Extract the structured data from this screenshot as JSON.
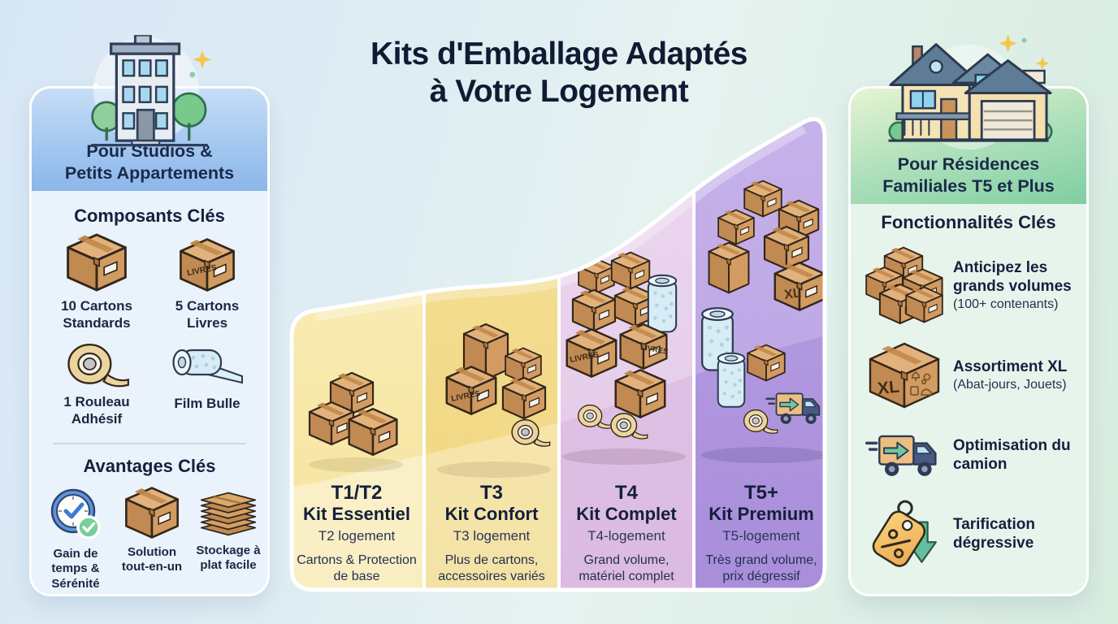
{
  "title": {
    "line1": "Kits d'Emballage Adaptés",
    "line2": "à Votre Logement"
  },
  "left_panel": {
    "header": {
      "line1": "Pour Studios &",
      "line2": "Petits Appartements"
    },
    "components": {
      "heading": "Composants Clés",
      "items": [
        {
          "label": "10 Cartons Standards",
          "icon": "cardboard-box"
        },
        {
          "label": "5 Cartons Livres",
          "icon": "books-box"
        },
        {
          "label": "1 Rouleau Adhésif",
          "icon": "tape-roll"
        },
        {
          "label": "Film Bulle",
          "icon": "bubble-wrap-roll"
        }
      ]
    },
    "advantages": {
      "heading": "Avantages Clés",
      "items": [
        {
          "label": "Gain de temps & Sérénité",
          "icon": "clock-check"
        },
        {
          "label": "Solution tout-en-un",
          "icon": "cardboard-box"
        },
        {
          "label": "Stockage à plat facile",
          "icon": "flat-boxes-stack"
        }
      ]
    }
  },
  "right_panel": {
    "header": {
      "line1": "Pour Résidences",
      "line2": "Familiales T5 et Plus"
    },
    "features": {
      "heading": "Fonctionnalités Clés",
      "items": [
        {
          "title": "Anticipez les grands volumes",
          "subtitle": "(100+ contenants)",
          "icon": "boxes-pile"
        },
        {
          "title": "Assortiment XL",
          "subtitle": "(Abat-jours, Jouets)",
          "icon": "xl-box"
        },
        {
          "title": "Optimisation du camion",
          "subtitle": "",
          "icon": "moving-truck"
        },
        {
          "title": "Tarification dégressive",
          "subtitle": "",
          "icon": "discount-tag"
        }
      ]
    }
  },
  "kits": [
    {
      "tier": "T1/T2",
      "name": "Kit Essentiel",
      "housing": "T2 logement",
      "description": "Cartons & Protection de base",
      "color": "#f6e49c"
    },
    {
      "tier": "T3",
      "name": "Kit Confort",
      "housing": "T3 logement",
      "description": "Plus de cartons, accessoires variés",
      "color": "#f0d67e"
    },
    {
      "tier": "T4",
      "name": "Kit Complet",
      "housing": "T4-logement",
      "description": "Grand volume, matériel complet",
      "color": "#e3c8e7"
    },
    {
      "tier": "T5+",
      "name": "Kit Premium",
      "housing": "T5-logement",
      "description": "Très grand volume, prix dégressif",
      "color": "#b59ce2"
    }
  ],
  "box_labels": {
    "livres": "LIVRES",
    "xl": "XL"
  }
}
